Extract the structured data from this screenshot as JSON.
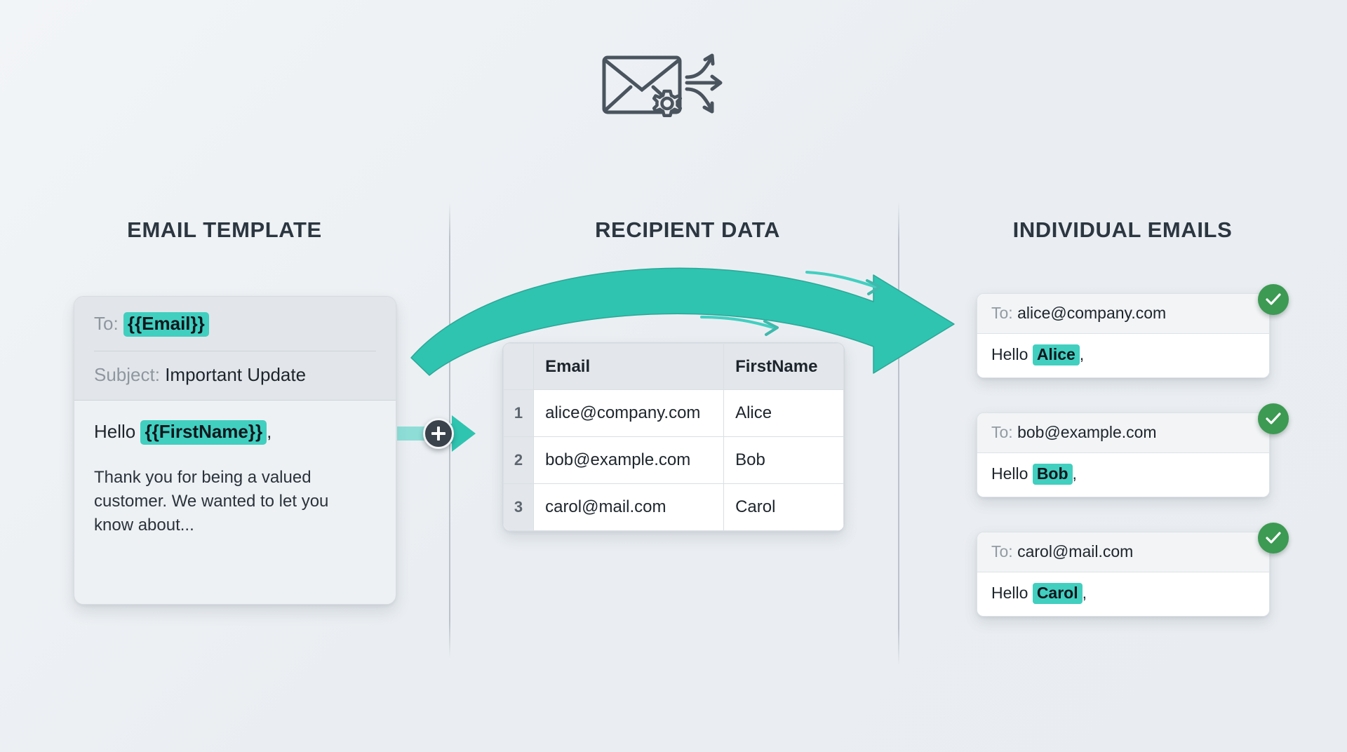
{
  "diagram": {
    "hero_icon": "mail-merge-gear-icon",
    "accent_color": "#41cfc0",
    "success_color": "#3c9a53",
    "heading_color": "#2b3640",
    "background_color": "#eef1f4"
  },
  "headings": {
    "template": "EMAIL TEMPLATE",
    "recipient": "RECIPIENT DATA",
    "emails": "INDIVIDUAL EMAILS"
  },
  "template_card": {
    "to_label": "To:",
    "to_value": "{{Email}}",
    "subject_label": "Subject:",
    "subject_value": "Important Update",
    "greeting_prefix": "Hello",
    "greeting_tag": "{{FirstName}}",
    "greeting_suffix": ",",
    "body_text": "Thank you for being a valued customer. We wanted to let you know about..."
  },
  "connector": {
    "plus_label": "+",
    "icon": "plus-circle-icon",
    "arrow_icon": "arrow-right-icon"
  },
  "recipient_table": {
    "columns": [
      "",
      "Email",
      "FirstName"
    ],
    "rows": [
      {
        "num": "1",
        "email": "alice@company.com",
        "first_name": "Alice"
      },
      {
        "num": "2",
        "email": "bob@example.com",
        "first_name": "Bob"
      },
      {
        "num": "3",
        "email": "carol@mail.com",
        "first_name": "Carol"
      }
    ]
  },
  "individual_emails": [
    {
      "to_label": "To:",
      "to_value": "alice@company.com",
      "greeting_prefix": "Hello",
      "greeting_name": "Alice",
      "greeting_suffix": ",",
      "status": "sent-check-icon"
    },
    {
      "to_label": "To:",
      "to_value": "bob@example.com",
      "greeting_prefix": "Hello",
      "greeting_name": "Bob",
      "greeting_suffix": ",",
      "status": "sent-check-icon"
    },
    {
      "to_label": "To:",
      "to_value": "carol@mail.com",
      "greeting_prefix": "Hello",
      "greeting_name": "Carol",
      "greeting_suffix": ",",
      "status": "sent-check-icon"
    }
  ]
}
